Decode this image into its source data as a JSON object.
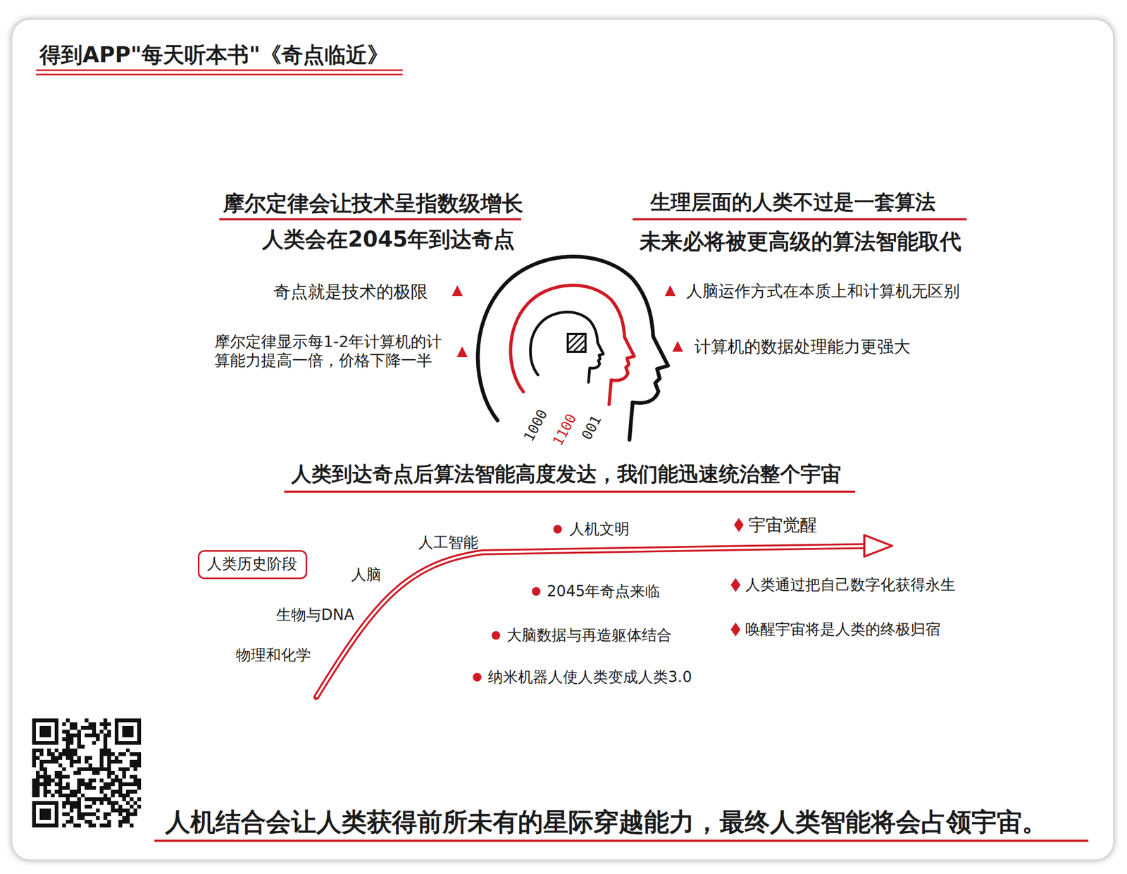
{
  "diagram": {
    "title": "得到APP\"每天听本书\"《奇点临近》",
    "caption": "人机结合会让人类获得前所未有的星际穿越能力，最终人类智能将会占领宇宙。",
    "nodes": [
      {
        "text": [
          "人类历史阶段"
        ]
      }
    ],
    "labels": [
      "摩尔定律会让技术呈指数级增长",
      "人类会在2045年到达奇点",
      "奇点就是技术的极限",
      "摩尔定律显示每1-2年计算机的计算能力提高一倍，价格下降一半",
      "生理层面的人类不过是一套算法",
      "未来必将被更高级的算法智能取代",
      "人脑运作方式在本质上和计算机无区别",
      "计算机的数据处理能力更强大",
      "1000",
      "1100",
      "001",
      "人类到达奇点后算法智能高度发达，我们能迅速统治整个宇宙",
      "物理和化学",
      "生物与DNA",
      "人脑",
      "人工智能",
      "人机文明",
      "宇宙觉醒",
      "2045年奇点来临",
      "大脑数据与再造躯体结合",
      "纳米机器人使人类变成人类3.0",
      "人类通过把自己数字化获得永生",
      "唤醒宇宙将是人类的终极归宿"
    ]
  }
}
